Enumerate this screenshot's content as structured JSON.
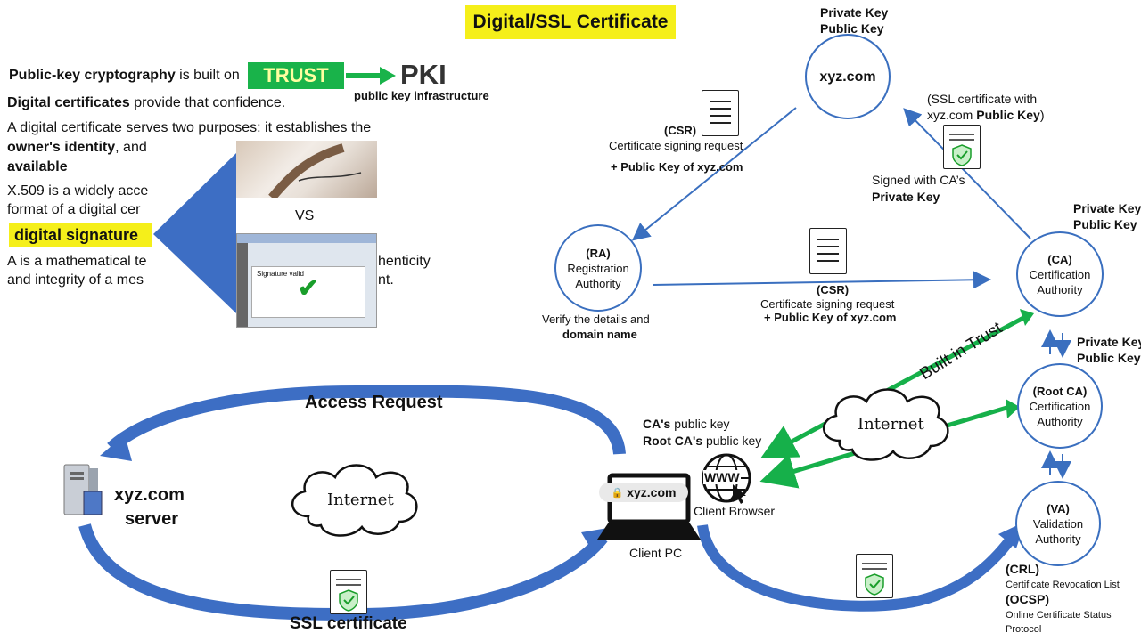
{
  "title": "Digital/SSL Certificate",
  "left": {
    "line1_bold": "Public-key cryptography",
    "line1_rest": " is built on",
    "trust": "TRUST",
    "pki": "PKI",
    "pki_sub": "public key infrastructure",
    "line2_bold": "Digital certificates",
    "line2_rest": " provide that confidence.",
    "line3": "A digital certificate serves two purposes: it establishes the",
    "line4_bold": "owner's identity",
    "line4_rest": ", and",
    "line5": "available",
    "line6": "X.509 is a widely acce",
    "line7": "format of a digital cer",
    "digital_signature": "digital signature",
    "line8a": "A is a mathematical te",
    "line8b": "henticity",
    "line9a": "and integrity of a mes",
    "line9b": "nt.",
    "vs": "VS",
    "sig_panel": "Signature valid"
  },
  "top": {
    "xyz_keys_1": "Private Key",
    "xyz_keys_2": "Public Key",
    "xyz": "xyz.com",
    "csr1_label": "(CSR)",
    "csr1_desc": "Certificate signing request",
    "csr1_pk": "+ Public Key of xyz.com",
    "ssl_note_1": "(SSL certificate with",
    "ssl_note_2a": "xyz.com ",
    "ssl_note_2b": "Public Key",
    "ssl_note_2c": ")",
    "signed_1": "Signed with CA’s",
    "signed_2": "Private Key",
    "ra_abbr": "(RA)",
    "ra_1": "Registration",
    "ra_2": "Authority",
    "verify_1": "Verify the details and",
    "verify_2": "domain name",
    "csr2_label": "(CSR)",
    "csr2_desc": "Certificate signing request",
    "csr2_pk": "+ Public Key of xyz.com",
    "ca_keys_1": "Private Key",
    "ca_keys_2": "Public Key",
    "ca_abbr": "(CA)",
    "ca_1": "Certification",
    "ca_2": "Authority",
    "root_keys_1": "Private Key",
    "root_keys_2": "Public Key",
    "root_abbr": "(Root CA)",
    "root_1": "Certification",
    "root_2": "Authority",
    "va_abbr": "(VA)",
    "va_1": "Validation",
    "va_2": "Authority",
    "crl_abbr": "(CRL)",
    "crl": "Certificate  Revocation List",
    "ocsp_abbr": "(OCSP)",
    "ocsp_1": "Online Certificate Status",
    "ocsp_2": "Protocol"
  },
  "bottom": {
    "access_request": "Access Request",
    "server_1": "xyz.com",
    "server_2": "server",
    "internet_left": "Internet",
    "internet_right": "Internet",
    "ssl_certificate": "SSL certificate",
    "browser_url": "xyz.com",
    "client_pc": "Client PC",
    "client_browser": "Client Browser",
    "www": "WWW",
    "ca_pub_a": "CA's",
    "ca_pub_b": " public key",
    "root_pub_a": "Root CA's",
    "root_pub_b": " public key",
    "built_in_trust": "Built in Trust"
  },
  "colors": {
    "highlight": "#f5ef1a",
    "trust_green": "#19b34a",
    "arrow_blue": "#3a6fbf",
    "arrow_green": "#16b04a"
  }
}
